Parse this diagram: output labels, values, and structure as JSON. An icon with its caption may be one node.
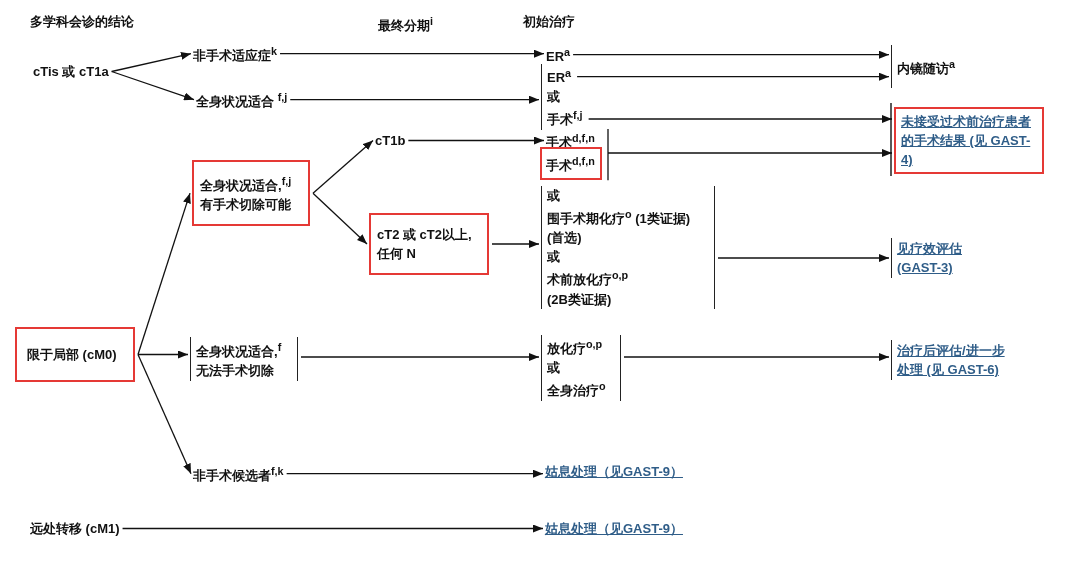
{
  "diagram": {
    "nodes": [
      {
        "text": [
          "cTis 或 cT1a"
        ]
      },
      {
        "text": [
          "非手术适应症$^{k}$"
        ]
      },
      {
        "text": [
          "全身状况适合 $^{f,j}$"
        ]
      },
      {
        "text": [
          "ER$^{a}$"
        ]
      },
      {
        "text": [
          "ER$^{a}$",
          "或",
          "手术$^{f,j}$"
        ]
      },
      {
        "text": [
          "内镜随访$^{a}$"
        ]
      },
      {
        "text": [
          "未接受过术前治疗患者的手术结果 (见 GAST-4)"
        ]
      },
      {
        "text": [
          "cT1b"
        ]
      },
      {
        "text": [
          "全身状况适合,$^{f,j}$ 有手术切除可能"
        ]
      },
      {
        "text": [
          "手术$^{d,f,n}$"
        ]
      },
      {
        "text": [
          "手术$^{d,f,n}$"
        ]
      },
      {
        "text": [
          "或",
          "围手术期化疗$^{o}$ (1类证据) (首选)",
          "或",
          "术前放化疗$^{o,p}$ (2B类证据)"
        ]
      },
      {
        "text": [
          "cT2 或 cT2以上, 任何 N"
        ]
      },
      {
        "text": [
          "见疗效评估 (GAST-3)"
        ]
      },
      {
        "text": [
          "限于局部 (cM0)"
        ]
      },
      {
        "text": [
          "全身状况适合,$^{f}$ 无法手术切除"
        ]
      },
      {
        "text": [
          "放化疗$^{o,p}$",
          "或",
          "全身治疗$^{o}$"
        ]
      },
      {
        "text": [
          "治疗后评估/进一步处理 (见 GAST-6)"
        ]
      },
      {
        "text": [
          "非手术候选者$^{f,k}$"
        ]
      },
      {
        "text": [
          "姑息处理（见GAST-9）"
        ]
      },
      {
        "text": [
          "远处转移 (cM1)"
        ]
      },
      {
        "text": [
          "姑息处理（见GAST-9）"
        ]
      }
    ],
    "edges": [
      {
        "from": 0,
        "to": 1,
        "arrow": "to"
      },
      {
        "from": 0,
        "to": 2,
        "arrow": "to"
      },
      {
        "from": 1,
        "to": 3,
        "arrow": "to"
      },
      {
        "from": 2,
        "to": 4,
        "arrow": "to"
      },
      {
        "from": 3,
        "to": 5,
        "arrow": "to"
      },
      {
        "from": 4,
        "to": 5,
        "arrow": "to"
      },
      {
        "from": 4,
        "to": 6,
        "arrow": "to"
      },
      {
        "from": 14,
        "to": 8,
        "arrow": "to"
      },
      {
        "from": 8,
        "to": 7,
        "arrow": "to"
      },
      {
        "from": 8,
        "to": 12,
        "arrow": "to"
      },
      {
        "from": 7,
        "to": 9,
        "arrow": "to"
      },
      {
        "from": 9,
        "to": 6,
        "arrow": "to"
      },
      {
        "from": 10,
        "to": 6,
        "arrow": "to"
      },
      {
        "from": 12,
        "to": 11,
        "arrow": "to"
      },
      {
        "from": 11,
        "to": 13,
        "arrow": "to"
      },
      {
        "from": 14,
        "to": 15,
        "arrow": "to"
      },
      {
        "from": 14,
        "to": 18,
        "arrow": "to"
      },
      {
        "from": 15,
        "to": 16,
        "arrow": "to"
      },
      {
        "from": 16,
        "to": 17,
        "arrow": "to"
      },
      {
        "from": 18,
        "to": 19,
        "arrow": "to"
      },
      {
        "from": 20,
        "to": 21,
        "arrow": "to"
      }
    ],
    "labels": [
      "多学科会诊的结论",
      "最终分期$^{i}$",
      "初始治疗"
    ]
  }
}
